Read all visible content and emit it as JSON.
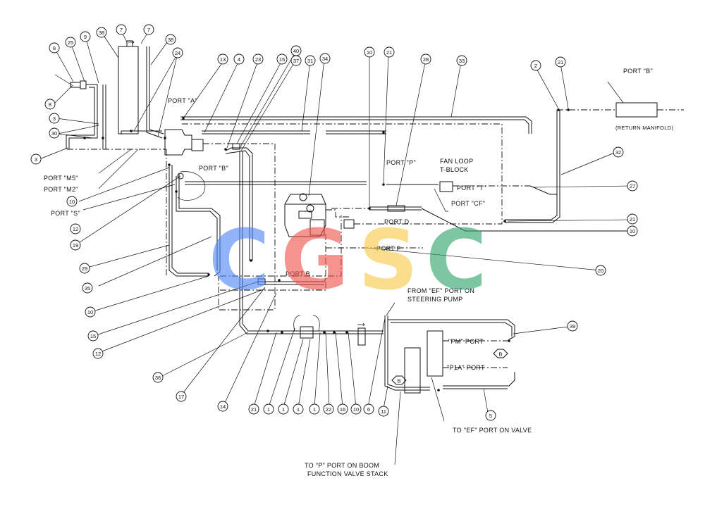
{
  "labels": {
    "port_a": "PORT \"A\"",
    "port_b_manifold": "PORT \"B\"",
    "port_b_top": "PORT \"B\"",
    "return_manifold": "(RETURN MANIFOLD)",
    "port_m5": "PORT \"M5\"",
    "port_m2": "PORT \"M2\"",
    "port_s": "PORT \"S\"",
    "port_p": "PORT \"P\"",
    "fan_loop_1": "FAN LOOP",
    "fan_loop_2": "T-BLOCK",
    "port_t": "PORT \"T\"",
    "port_cf": "PORT \"CF\"",
    "port_d": "PORT D",
    "port_f": "PORT F",
    "port_b_lower": "PORT B",
    "from_ef_1": "FROM \"EF\" PORT ON",
    "from_ef_2": "STEERING PUMP",
    "pm_port": "\"PM\" PORT",
    "p1a_port": "\"P1A\" PORT",
    "to_ef": "TO \"EF\" PORT ON VALVE",
    "to_p_1": "TO \"P\" PORT ON BOOM",
    "to_p_2": "FUNCTION VALVE STACK",
    "hex_b1": "B",
    "hex_b2": "B"
  },
  "callouts": {
    "c7a": "7",
    "c7b": "7",
    "c8a": "8",
    "c8b": "8",
    "c25": "25",
    "c9": "9",
    "c38a": "38",
    "c38b": "38",
    "c24": "24",
    "c3a": "3",
    "c30": "30",
    "c3b": "3",
    "c13": "13",
    "c4": "4",
    "c23": "23",
    "c15a": "15",
    "c40": "40",
    "c37": "37",
    "c31": "31",
    "c34": "34",
    "c10a": "10",
    "c21a": "21",
    "c28": "28",
    "c33": "33",
    "c2": "2",
    "c21b": "21",
    "c32": "32",
    "c27": "27",
    "c21c": "21",
    "c10b": "10",
    "c20": "20",
    "c10c": "10",
    "c12a": "12",
    "c19": "19",
    "c29": "29",
    "c35": "35",
    "c10d": "10",
    "c15b": "15",
    "c12b": "12",
    "c36": "36",
    "c17": "17",
    "c14": "14",
    "c21d": "21",
    "c1a": "1",
    "c1b": "1",
    "c1c": "1",
    "c1d": "1",
    "c22": "22",
    "c16": "16",
    "c10e": "10",
    "c6": "6",
    "c11": "11",
    "c39": "39",
    "c5": "5"
  },
  "watermark": {
    "text": "CGSC",
    "colors": [
      "#4f86f7",
      "#f0524b",
      "#f7c948",
      "#2fa46a"
    ]
  }
}
